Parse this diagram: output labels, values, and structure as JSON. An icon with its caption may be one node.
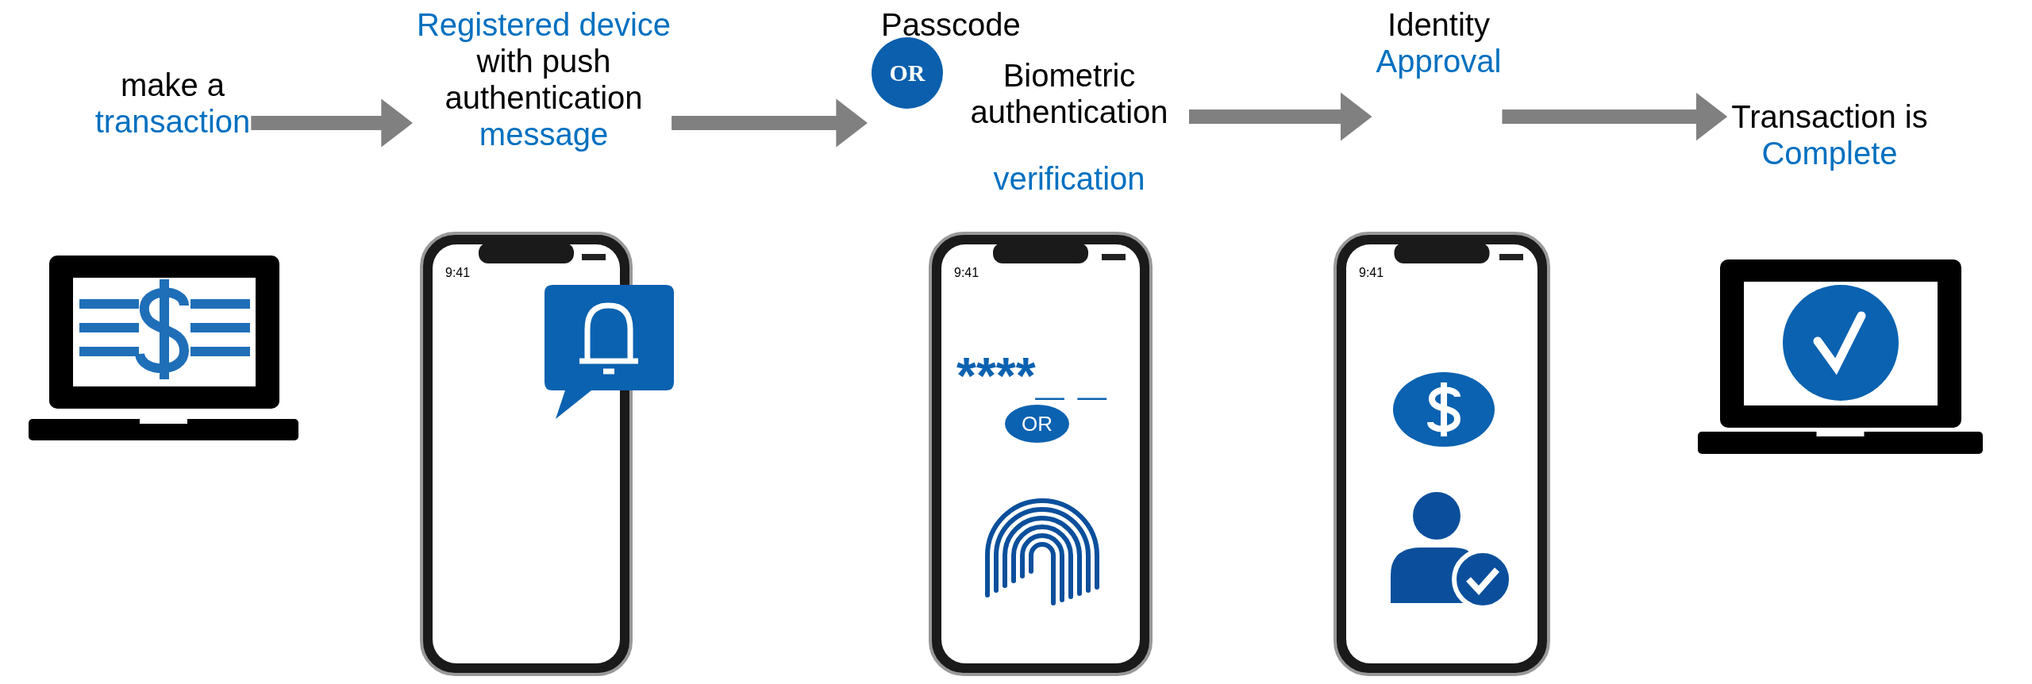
{
  "diagram": {
    "nodes": [
      {
        "text": [
          "make a",
          "transaction"
        ]
      },
      {
        "text": [
          "Registered device",
          "with push authentication",
          "message"
        ]
      },
      {
        "text": [
          "Passcode",
          "OR",
          "Biometric authentication",
          "verification"
        ]
      },
      {
        "text": [
          "Identity",
          "Approval"
        ]
      },
      {
        "text": [
          "Transaction is",
          "Complete"
        ]
      }
    ],
    "edges": [
      {
        "from": 0,
        "to": 1,
        "arrow": "to"
      },
      {
        "from": 1,
        "to": 2,
        "arrow": "to"
      },
      {
        "from": 2,
        "to": 3,
        "arrow": "to"
      },
      {
        "from": 3,
        "to": 4,
        "arrow": "to"
      }
    ],
    "labels": [
      "9:41",
      "9:41",
      "****_ _",
      "OR",
      "9:41"
    ]
  }
}
